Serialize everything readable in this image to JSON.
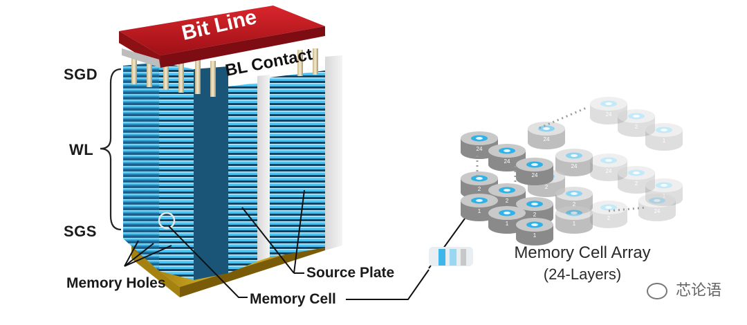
{
  "structure": {
    "bit_line": "Bit Line",
    "bl_contact": "BL Contact",
    "sgd": "SGD",
    "wl": "WL",
    "sgs": "SGS",
    "memory_holes": "Memory Holes",
    "source_plate": "Source Plate",
    "memory_cell": "Memory Cell"
  },
  "array": {
    "title": "Memory Cell Array",
    "subtitle": "(24-Layers)",
    "cell_labels": [
      "24",
      "2",
      "1"
    ]
  },
  "watermark": {
    "text": "芯论语"
  },
  "colors": {
    "bit_line_red": "#b3151b",
    "cell_blue": "#38b8e8",
    "substrate_gold": "#c9a21a",
    "cylinder_grey": "#8e8e8e"
  }
}
